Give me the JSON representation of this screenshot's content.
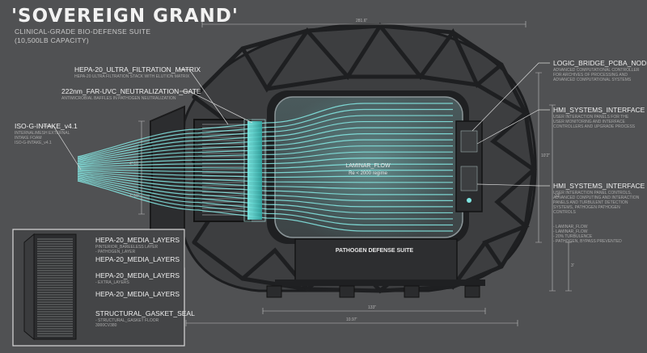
{
  "header": {
    "title": "'SOVEREIGN GRAND'",
    "subtitle": "CLINICAL-GRADE BIO-DEFENSE SUITE",
    "capacity": "(10,500LB CAPACITY)"
  },
  "labels": {
    "hepa_matrix": "HEPA-20_ULTRA_FILTRATION_MATRIX",
    "hepa_matrix_note": "HEPA-20 ULTRA FILTRATION STACK WITH ELUTION MATRIX",
    "uvc_gate": "222nm_FAR-UVC_NEUTRALIZATION_GATE",
    "uvc_gate_note": "ANTIMICROBIAL BAFFLES IN PATHOGEN NEUTRALIZATION",
    "intake": "ISO-G-INTAKE_v4.1",
    "intake_notes": [
      "INTERNAL/MESH EXTERNAL",
      "INTAKE FOAM",
      "ISO-G-INTAKE_v4.1"
    ],
    "logic_bridge": "LOGIC_BRIDGE_PCBA_NODES",
    "logic_bridge_notes": [
      "ADVANCED COMPUTATIONAL CONTROLLER",
      "FOR ARCHIVES OF PROCESSING AND",
      "ADVANCED COMPUTATIONAL SYSTEMS"
    ],
    "hmi_1": "HMI_SYSTEMS_INTERFACE",
    "hmi_1_notes": [
      "USER INTERACTION PANELS FOR THE",
      "USER MONITORING AND INTERFACE",
      "CONTROLLERS AND UPGRADE PROCESS"
    ],
    "hmi_2": "HMI_SYSTEMS_INTERFACE",
    "hmi_2_notes": [
      "USER INTERACTION PANEL CONTROLS,",
      "ADVANCED COMPUTING AND INTERACTION",
      "PANELS AND TURBULENT DETECTION",
      "SYSTEMS, PATHOGEN PATHOGEN",
      "CONTROLS"
    ],
    "laminar_notes": [
      "- LAMINAR_FLOW",
      "- LAMINAR_FLOW",
      "- 20% TURBULENCE",
      "- PATHOGEN, BYPASS PREVENTED"
    ],
    "laminar_center": "LAMINAR_FLOW",
    "laminar_center_sub": "Re < 2000 regime",
    "pathogen_suite": "PATHOGEN DEFENSE SUITE"
  },
  "inset": {
    "labels": [
      "HEPA-20_MEDIA_LAYERS",
      "HEPA-20_MEDIA_LAYERS",
      "HEPA-20_MEDIA_LAYERS",
      "HEPA-20_MEDIA_LAYERS",
      "STRUCTURAL_GASKET_SEAL"
    ],
    "notes": [
      "PINTERIOR_BAREELESS LAYER",
      "- PATHOGEN_LAYER",
      "- EXTRA_LAYERS",
      "- STRUCTURAL_GASKET FLOOR",
      "3000CV380"
    ]
  },
  "dimensions": {
    "top": "281.6\"",
    "bottom_inner": "133\"",
    "bottom_outer": "10.97'",
    "left_v": "4'-10\"",
    "left_v2": "4'-10\"",
    "right_v1": "10'2\"",
    "right_v2": "12'",
    "right_v3": "3'"
  },
  "colors": {
    "background": "#505153",
    "frame": "#1f2022",
    "flow": "#7fe6e2",
    "text": "#f0f0f0"
  }
}
